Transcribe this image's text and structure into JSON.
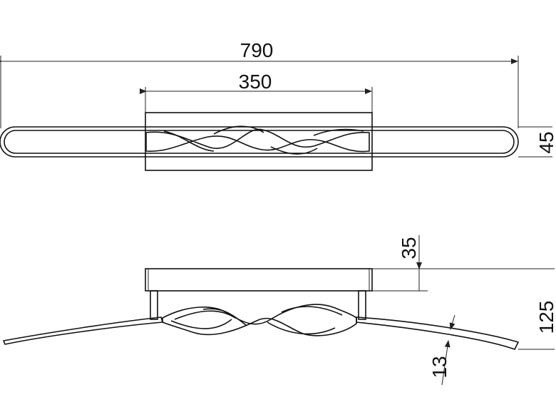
{
  "top_view": {
    "overall_length_label": "790",
    "plate_length_label": "350",
    "width_label": "45"
  },
  "side_view": {
    "plate_thickness_label": "35",
    "total_height_label": "125",
    "arm_thickness_label": "13"
  }
}
